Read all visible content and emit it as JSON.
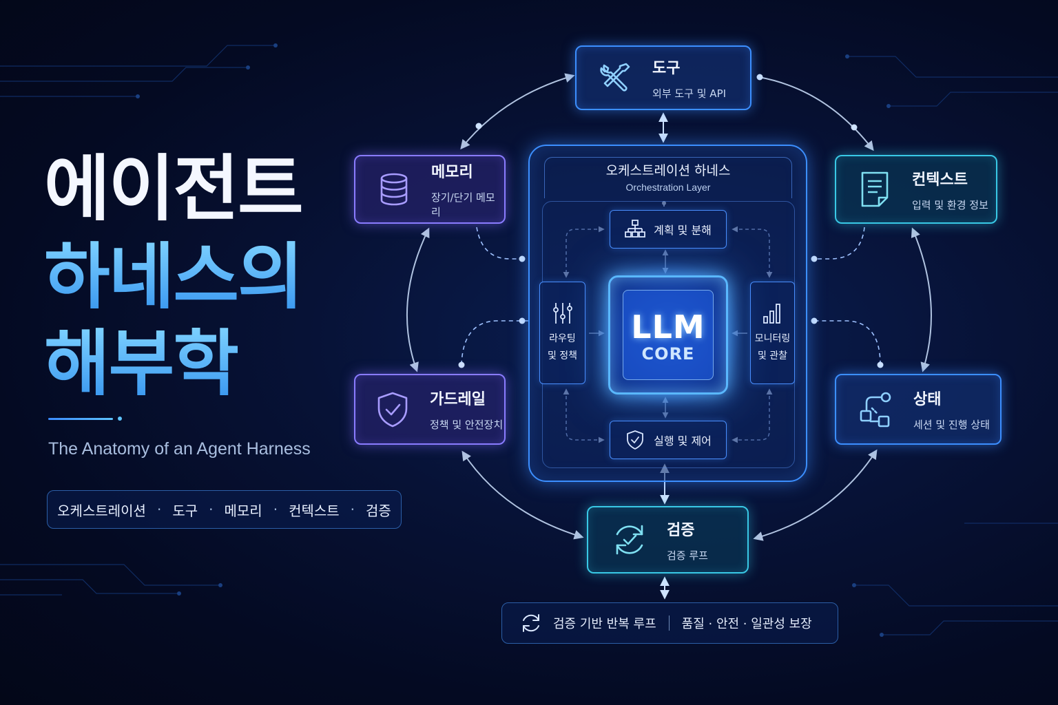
{
  "title": {
    "line1": "에이전트",
    "line2": "하네스의",
    "line3": "해부학",
    "subtitle": "The Anatomy of an Agent Harness"
  },
  "keywords": [
    "오케스트레이션",
    "도구",
    "메모리",
    "컨텍스트",
    "검증"
  ],
  "keyword_separator": "·",
  "orchestration": {
    "title": "오케스트레이션 하네스",
    "subtitle": "Orchestration Layer"
  },
  "core": {
    "line1": "LLM",
    "line2": "CORE"
  },
  "modules": {
    "plan": "계획 및 분해",
    "execute": "실행 및 제어",
    "routing_line1": "라우팅",
    "routing_line2": "및 정책",
    "monitor_line1": "모니터링",
    "monitor_line2": "및 관찰"
  },
  "cards": {
    "tools": {
      "title": "도구",
      "sub": "외부 도구 및 API"
    },
    "memory": {
      "title": "메모리",
      "sub": "장기/단기 메모리"
    },
    "context": {
      "title": "컨텍스트",
      "sub": "입력 및 환경 정보"
    },
    "guardrail": {
      "title": "가드레일",
      "sub": "정책 및 안전장치"
    },
    "state": {
      "title": "상태",
      "sub": "세션 및 진행 상태"
    },
    "verify": {
      "title": "검증",
      "sub": "검증 루프"
    }
  },
  "footer": {
    "left": "검증 기반 반복 루프",
    "right": "품질 · 안전 · 일관성 보장"
  },
  "icons": {
    "tools": "wrench-screwdriver-icon",
    "memory": "database-icon",
    "context": "document-icon",
    "guardrail": "shield-check-icon",
    "state": "workflow-icon",
    "verify": "refresh-check-icon",
    "plan": "hierarchy-icon",
    "execute": "shield-check-icon",
    "routing": "sliders-icon",
    "monitor": "bar-chart-icon",
    "footer": "refresh-icon"
  },
  "colors": {
    "accent_blue": "#3c8fff",
    "accent_purple": "#8a7cff",
    "accent_teal": "#39c9e6",
    "title_gradient": "#58b6ff"
  }
}
